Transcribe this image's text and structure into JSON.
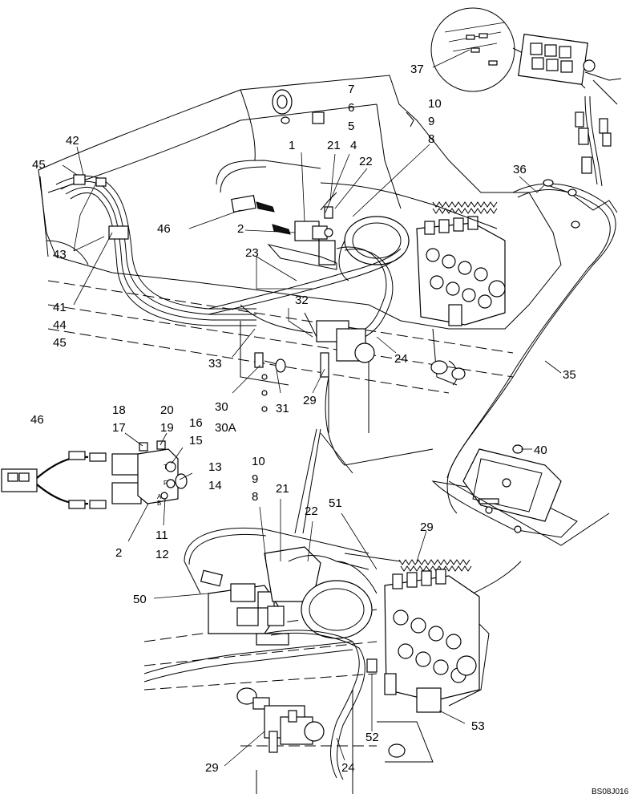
{
  "drawing_ref": "BS08J016",
  "callouts_top_view": [
    "42",
    "45",
    "43",
    "41",
    "44",
    "45",
    "46",
    "1",
    "2",
    "23",
    "21",
    "4",
    "22",
    "7",
    "6",
    "5",
    "10",
    "9",
    "8",
    "36",
    "37",
    "32",
    "33",
    "24",
    "30",
    "30A",
    "31",
    "29",
    "35"
  ],
  "callouts_valve_detail": [
    "46",
    "18",
    "17",
    "20",
    "19",
    "16",
    "15",
    "13",
    "14",
    "2",
    "11",
    "12"
  ],
  "callouts_bottom_view": [
    "10",
    "9",
    "8",
    "21",
    "22",
    "51",
    "29",
    "40",
    "50",
    "52",
    "53",
    "24",
    "29"
  ],
  "valve_port_labels": [
    "T",
    "P",
    "A",
    "B"
  ]
}
